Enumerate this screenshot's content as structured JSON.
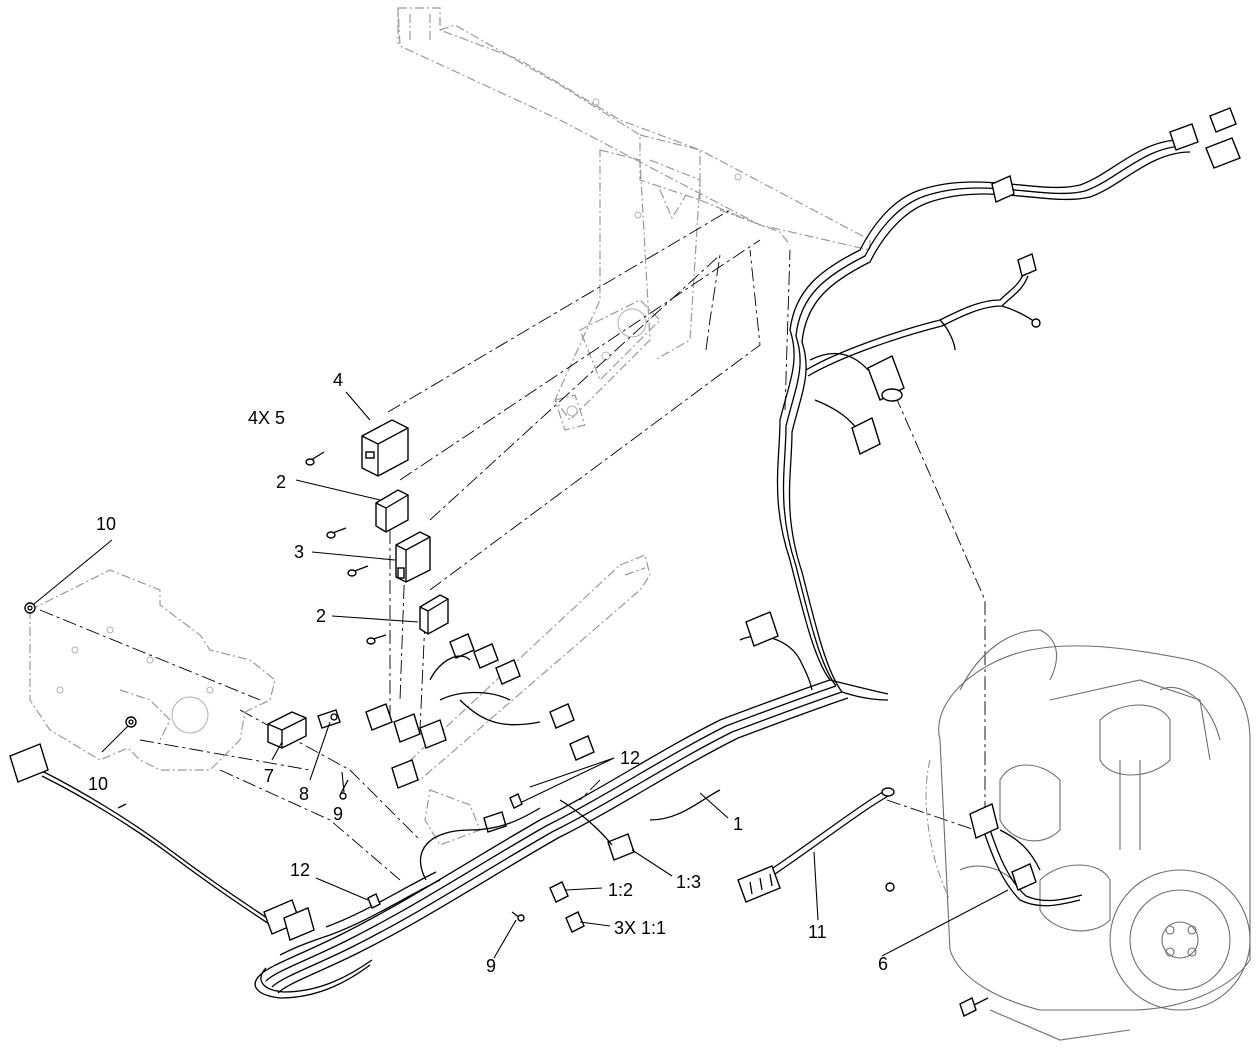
{
  "callouts": [
    {
      "id": "c-4",
      "text": "4"
    },
    {
      "id": "c-4x5",
      "text": "4X 5"
    },
    {
      "id": "c-2a",
      "text": "2"
    },
    {
      "id": "c-3",
      "text": "3"
    },
    {
      "id": "c-2b",
      "text": "2"
    },
    {
      "id": "c-10a",
      "text": "10"
    },
    {
      "id": "c-10b",
      "text": "10"
    },
    {
      "id": "c-7",
      "text": "7"
    },
    {
      "id": "c-8",
      "text": "8"
    },
    {
      "id": "c-9a",
      "text": "9"
    },
    {
      "id": "c-12a",
      "text": "12"
    },
    {
      "id": "c-12b",
      "text": "12"
    },
    {
      "id": "c-1",
      "text": "1"
    },
    {
      "id": "c-1-3",
      "text": "1:3"
    },
    {
      "id": "c-1-2",
      "text": "1:2"
    },
    {
      "id": "c-3x1-1",
      "text": "3X 1:1"
    },
    {
      "id": "c-9b",
      "text": "9"
    },
    {
      "id": "c-11",
      "text": "11"
    },
    {
      "id": "c-6",
      "text": "6"
    }
  ]
}
